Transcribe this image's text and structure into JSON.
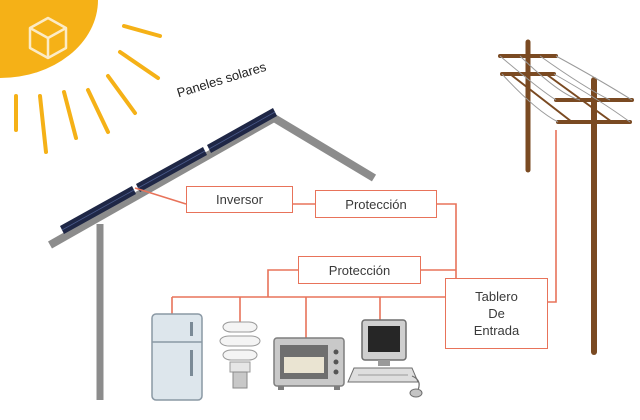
{
  "diagram": {
    "panels_label": "Paneles solares",
    "inverter_label": "Inversor",
    "protection_top_label": "Protección",
    "protection_bottom_label": "Protección",
    "panel_board_lines": [
      "Tablero",
      "De",
      "Entrada"
    ]
  },
  "icons": {
    "sun": "sun-icon",
    "watermark": "cube-logo-icon",
    "solar_panels": "solar-panel-icon",
    "utility_poles": "utility-pole-icon",
    "fridge": "refrigerator-icon",
    "bulb": "cfl-bulb-icon",
    "oven": "microwave-oven-icon",
    "computer": "computer-icon"
  },
  "colors": {
    "wire": "#e8735a",
    "sun_yellow": "#f5b117",
    "roof_gray": "#8c8c8c",
    "panel_dark": "#1f2746",
    "pole_brown": "#7a4a22"
  }
}
